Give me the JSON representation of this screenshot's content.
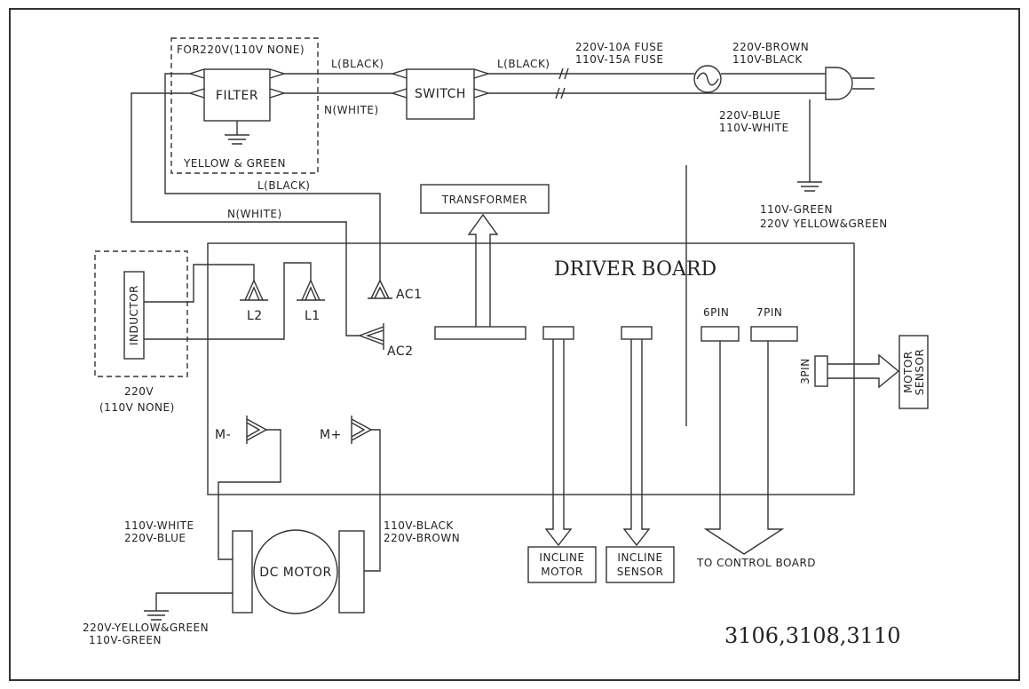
{
  "colors": {
    "line": "#333333",
    "text": "#222222",
    "background": "#ffffff"
  },
  "top": {
    "filter_note": "FOR220V(110V NONE)",
    "filter": "FILTER",
    "filter_ground": "YELLOW & GREEN",
    "switch": "SWITCH",
    "l_black": "L(BLACK)",
    "n_white": "N(WHITE)",
    "fuse_220": "220V-10A FUSE",
    "fuse_110": "110V-15A FUSE",
    "brown": "220V-BROWN",
    "black": "110V-BLACK",
    "blue": "220V-BLUE",
    "white": "110V-WHITE",
    "ground_110": "110V-GREEN",
    "ground_220": "220V YELLOW&GREEN"
  },
  "wires": {
    "l_black": "L(BLACK)",
    "n_white": "N(WHITE)"
  },
  "transformer": "TRANSFORMER",
  "board": {
    "title": "DRIVER BOARD",
    "ac1": "AC1",
    "ac2": "AC2",
    "l1": "L1",
    "l2": "L2",
    "pin6": "6PIN",
    "pin7": "7PIN",
    "pin3": "3PIN",
    "m_minus": "M-",
    "m_plus": "M+"
  },
  "inductor": {
    "label": "INDUCTOR",
    "note1": "220V",
    "note2": "(110V NONE)"
  },
  "motor_sensor": {
    "line1": "MOTOR",
    "line2": "SENSOR"
  },
  "motor": {
    "label": "DC MOTOR",
    "left1": "110V-WHITE",
    "left2": "220V-BLUE",
    "right1": "110V-BLACK",
    "right2": "220V-BROWN",
    "ground1": "220V-YELLOW&GREEN",
    "ground2": "110V-GREEN"
  },
  "incline_motor": {
    "line1": "INCLINE",
    "line2": "MOTOR"
  },
  "incline_sensor": {
    "line1": "INCLINE",
    "line2": "SENSOR"
  },
  "control_board": "TO CONTROL BOARD",
  "model": "3106,3108,3110"
}
